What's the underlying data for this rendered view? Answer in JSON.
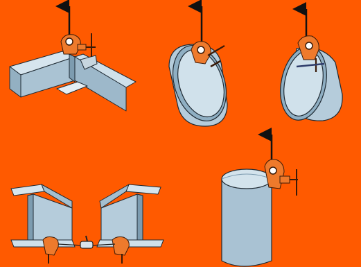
{
  "colors": {
    "background": "#ff5a00",
    "steel_light": "#c9dde9",
    "steel_mid": "#a4bfcf",
    "steel_dark": "#7d9cb0",
    "outline": "#1f2a33",
    "clamp_orange": "#ee7a2c",
    "clamp_dark": "#b44d12",
    "arrow": "#111111"
  },
  "scenes": [
    {
      "id": "beam-flange",
      "icon": "beam-clamp-icon"
    },
    {
      "id": "pipe-end-outer",
      "icon": "pipe-clamp-icon"
    },
    {
      "id": "pipe-end-inner",
      "icon": "pipe-clamp-icon"
    },
    {
      "id": "i-beam-pair",
      "icon": "i-beam-clamp-icon"
    },
    {
      "id": "vertical-pipe",
      "icon": "pipe-clamp-icon"
    }
  ]
}
